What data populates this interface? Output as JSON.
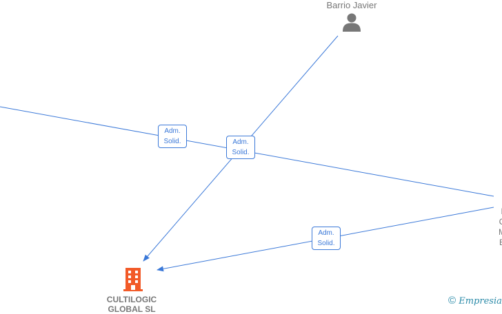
{
  "nodes": {
    "person_top": {
      "name": "Barrio Javier",
      "icon": "person-icon"
    },
    "person_right": {
      "lines": [
        "I",
        "C",
        "M",
        "E"
      ],
      "icon": "person-icon"
    },
    "company": {
      "name_line1": "CULTILOGIC",
      "name_line2": "GLOBAL SL",
      "icon": "building-icon"
    }
  },
  "edges": [
    {
      "label_line1": "Adm.",
      "label_line2": "Solid."
    },
    {
      "label_line1": "Adm.",
      "label_line2": "Solid."
    },
    {
      "label_line1": "Adm.",
      "label_line2": "Solid."
    }
  ],
  "watermark": {
    "copyright": "©",
    "brand": "Empresia"
  },
  "colors": {
    "edge": "#3a78d8",
    "company": "#f25a28",
    "person": "#777777"
  }
}
